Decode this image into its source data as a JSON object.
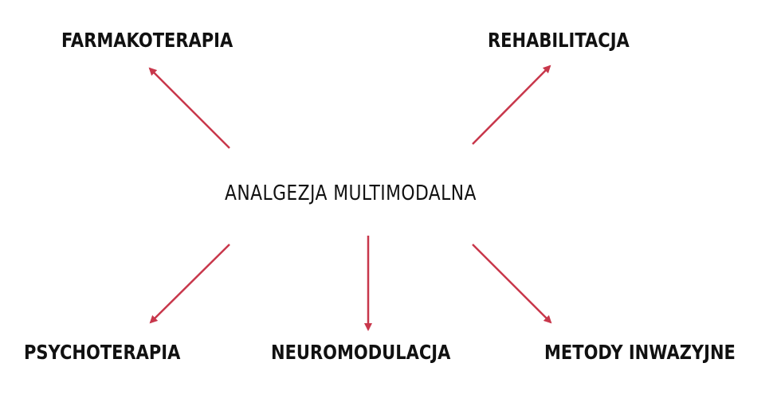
{
  "diagram": {
    "center": "ANALGEZJA MULTIMODALNA",
    "nodes": {
      "farmakoterapia": "FARMAKOTERAPIA",
      "rehabilitacja": "REHABILITACJA",
      "psychoterapia": "PSYCHOTERAPIA",
      "neuromodulacja": "NEUROMODULACJA",
      "metody_inwazyjne": "METODY INWAZYJNE"
    },
    "arrow_color": "#c8374b",
    "text_color": "#111111"
  }
}
